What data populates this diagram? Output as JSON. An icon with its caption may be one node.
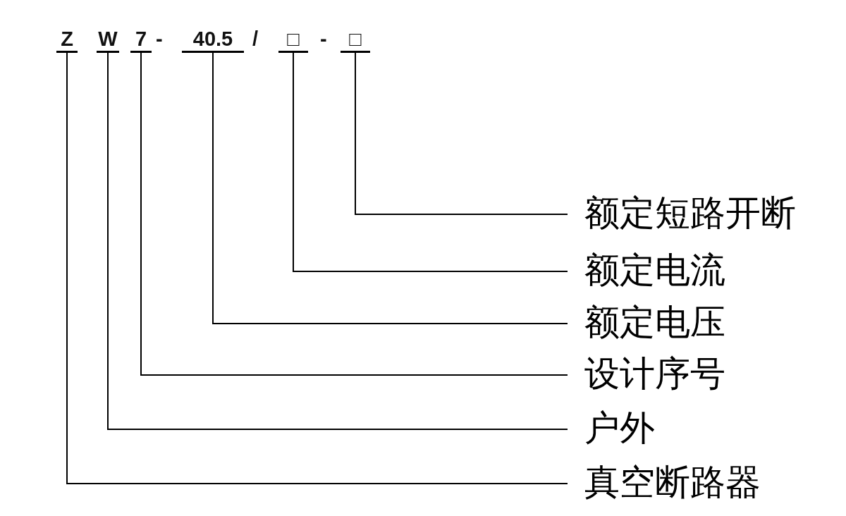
{
  "diagram": {
    "nodes": [
      {
        "text": [
          "Z"
        ]
      },
      {
        "text": [
          "W"
        ]
      },
      {
        "text": [
          "7"
        ]
      },
      {
        "text": [
          "40.5"
        ]
      },
      {
        "text": [
          "□"
        ]
      },
      {
        "text": [
          "□"
        ]
      },
      {
        "text": [
          "额定短路开断"
        ]
      },
      {
        "text": [
          "额定电流"
        ]
      },
      {
        "text": [
          "额定电压"
        ]
      },
      {
        "text": [
          "设计序号"
        ]
      },
      {
        "text": [
          "户外"
        ]
      },
      {
        "text": [
          "真空断路器"
        ]
      }
    ],
    "edges": [
      {
        "from": 6,
        "to": 5,
        "arrow": "none"
      },
      {
        "from": 7,
        "to": 4,
        "arrow": "none"
      },
      {
        "from": 8,
        "to": 3,
        "arrow": "none"
      },
      {
        "from": 9,
        "to": 2,
        "arrow": "none"
      },
      {
        "from": 10,
        "to": 1,
        "arrow": "none"
      },
      {
        "from": 11,
        "to": 0,
        "arrow": "none"
      }
    ],
    "labels": [
      "-",
      "/",
      "-"
    ]
  }
}
